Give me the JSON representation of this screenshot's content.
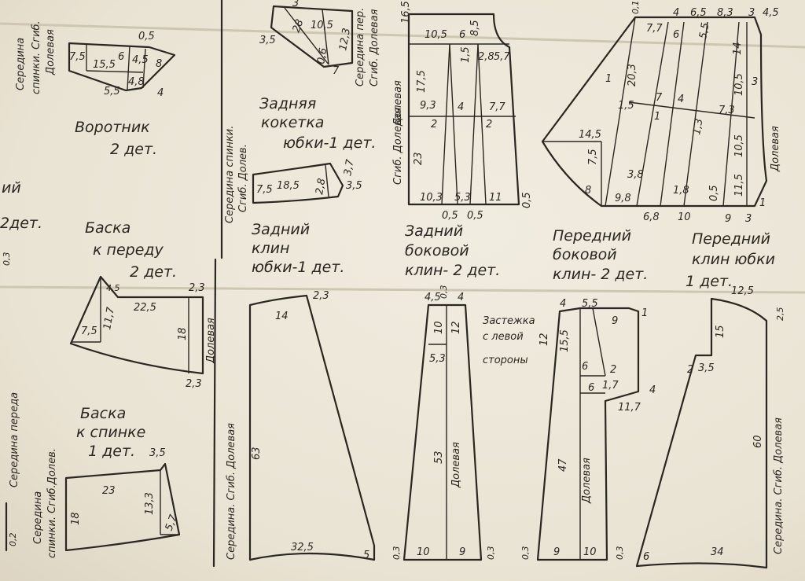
{
  "titles": {
    "collar_1": "Воротник",
    "collar_2": "2 дет.",
    "basque_front_1": "Баска",
    "basque_front_2": "к переду",
    "basque_front_3": "2 дет.",
    "basque_back_1": "Баска",
    "basque_back_2": "к спинке",
    "basque_back_3": "1 дет.",
    "yoke_1": "Задняя",
    "yoke_2": "кокетка",
    "yoke_3": "юбки-1 дет.",
    "back_gore_1": "Задний",
    "back_gore_2": "клин",
    "back_gore_3": "юбки-1 дет.",
    "back_side_1": "Задний",
    "back_side_2": "боковой",
    "back_side_3": "клин- 2 дет.",
    "front_side_1": "Передний",
    "front_side_2": "боковой",
    "front_side_3": "клин- 2 дет.",
    "front_gore_1": "Передний",
    "front_gore_2": "клин юбки",
    "front_gore_3": "1 дет.",
    "closure_1": "Застежка",
    "closure_2": "с левой",
    "closure_3": "стороны",
    "partial_1": "ий",
    "partial_2": "2дет."
  },
  "side_labels": {
    "back_middle_a": "Середина",
    "back_middle_b": "спинки. Сгиб.",
    "back_middle_c": "Долевая",
    "front_middle": "Середина переда",
    "yoke_side_a": "Середина спинки.",
    "yoke_side_b": "Сгиб. Долев.",
    "collar_top_a": "Середина пер.",
    "collar_top_b": "Сгиб. Долевая",
    "basque_back_side_a": "Середина",
    "basque_back_side_b": "спинки. Сгиб.Долев.",
    "back_gore_side": "Середина. Сгиб. Долевая",
    "front_gore_side": "Середина. Сгиб. Долевая",
    "grain": "Долевая",
    "fold_grain": "Сгиб. Долевая"
  },
  "dims": {
    "c_75": "7,5",
    "c_155": "15,5",
    "c_6": "6",
    "c_45": "4,5",
    "c_8": "8",
    "c_05": "0,5",
    "c_48": "4,8",
    "c_55": "5,5",
    "c_4": "4",
    "bf_23a": "2,3",
    "bf_45": "4,5",
    "bf_225": "22,5",
    "bf_117": "11,7",
    "bf_75": "7,5",
    "bf_18": "18",
    "bf_23b": "2,3",
    "bb_35": "3,5",
    "bb_23": "23",
    "bb_18": "18",
    "bb_133": "13,3",
    "bb_57": "5,7",
    "y_75": "7,5",
    "y_185": "18,5",
    "y_28": "2,8",
    "y_37": "3,7",
    "y_35": "3,5",
    "yt_35": "3,5",
    "yt_28": "28",
    "yt_105": "10,5",
    "yt_123": "12,3",
    "yt_06": "0,6",
    "yt_7": "7",
    "yt_3": "3",
    "bg_23": "2,3",
    "bg_14": "14",
    "bg_63": "63",
    "bg_325": "32,5",
    "bg_5": "5",
    "bs_45": "4,5",
    "bs_03a": "0,3",
    "bs_4": "4",
    "bs_10": "10",
    "bs_12": "12",
    "bs_53a": "5,3",
    "bs_53b": "53",
    "bs_03b": "0,3",
    "bs_10b": "10",
    "bs_9": "9",
    "bs_03c": "0,3",
    "fs_4": "4",
    "fs_55": "5,5",
    "fs_9": "9",
    "fs_1": "1",
    "fs_12": "12",
    "fs_155": "15,5",
    "fs_6a": "6",
    "fs_2": "2",
    "fs_6b": "6",
    "fs_17": "1,7",
    "fs_4b": "4",
    "fs_117": "11,7",
    "fs_47": "47",
    "fs_03a": "0,3",
    "fs_9b": "9",
    "fs_10": "10",
    "fs_03b": "0,3",
    "fg_125": "12,5",
    "fg_15": "15",
    "fg_2": "2",
    "fg_35": "3,5",
    "fg_60": "60",
    "fg_6": "6",
    "fg_34": "34",
    "fg_25": "2,5",
    "bd_165": "16,5",
    "bd_105": "10,5",
    "bd_6": "6",
    "bd_85": "8,5",
    "bd_15": "1,5",
    "bd_28": "2,8",
    "bd_57": "5,7",
    "bd_175": "17,5",
    "bd_93": "9,3",
    "bd_4": "4",
    "bd_77": "7,7",
    "bd_2a": "2",
    "bd_2b": "2",
    "bd_23": "23",
    "bd_103": "10,3",
    "bd_53": "5,3",
    "bd_11": "11",
    "bd_05a": "0,5",
    "bd_05b": "0,5",
    "bd_05c": "0,5",
    "fd_01": "0,1",
    "fd_4": "4",
    "fd_65": "6,5",
    "fd_83": "8,3",
    "fd_3": "3",
    "fd_45": "4,5",
    "fd_77": "7,7",
    "fd_6": "6",
    "fd_55": "5,5",
    "fd_14": "14",
    "fd_1": "1",
    "fd_203": "20,3",
    "fd_105": "10,5",
    "fd_3b": "3",
    "fd_15": "1,5",
    "fd_7": "7",
    "fd_4b": "4",
    "fd_73": "7,3",
    "fd_1b": "1",
    "fd_145": "14,5",
    "fd_13": "1,3",
    "fd_105b": "10,5",
    "fd_75": "7,5",
    "fd_38": "3,8",
    "fd_18": "1,8",
    "fd_05": "0,5",
    "fd_115": "11,5",
    "fd_8": "8",
    "fd_98": "9,8",
    "fd_68": "6,8",
    "fd_10": "10",
    "fd_9": "9",
    "fd_3c": "3",
    "fd_1c": "1",
    "left_03": "0,3",
    "left_02": "0,2"
  }
}
